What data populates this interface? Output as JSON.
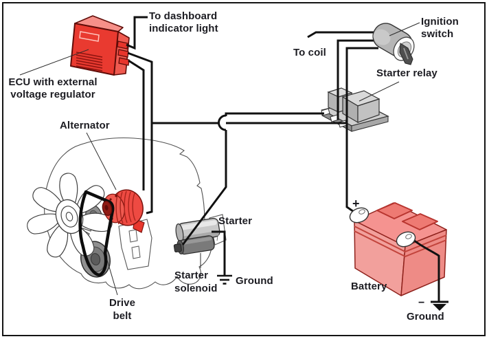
{
  "labels": {
    "to_dashboard": {
      "line1": "To dashboard",
      "line2": "indicator light"
    },
    "ecu": {
      "line1": "ECU with external",
      "line2": "voltage regulator"
    },
    "alternator": {
      "text": "Alternator"
    },
    "drive_belt": {
      "line1": "Drive",
      "line2": "belt"
    },
    "starter": {
      "text": "Starter"
    },
    "starter_solenoid": {
      "line1": "Starter",
      "line2": "solenoid"
    },
    "ground_starter": {
      "text": "Ground"
    },
    "ignition_switch": {
      "line1": "Ignition",
      "line2": "switch"
    },
    "to_coil": {
      "text": "To coil"
    },
    "starter_relay": {
      "text": "Starter relay"
    },
    "battery": {
      "text": "Battery"
    },
    "ground_battery": {
      "text": "Ground"
    },
    "battery_positive": {
      "text": "+"
    },
    "battery_negative": {
      "text": "−"
    }
  },
  "colors": {
    "component_red": "#e93a30",
    "component_red_light": "#f69089",
    "component_red_dark": "#a8241d",
    "outline_red": "#5f0c08",
    "battery_pink": "#f2a09c",
    "battery_pink_top": "#f59390",
    "metal_light": "#cfcfcf",
    "metal_mid": "#a8a8a8",
    "wire_black": "#111111",
    "text_color": "#1c1c22"
  }
}
